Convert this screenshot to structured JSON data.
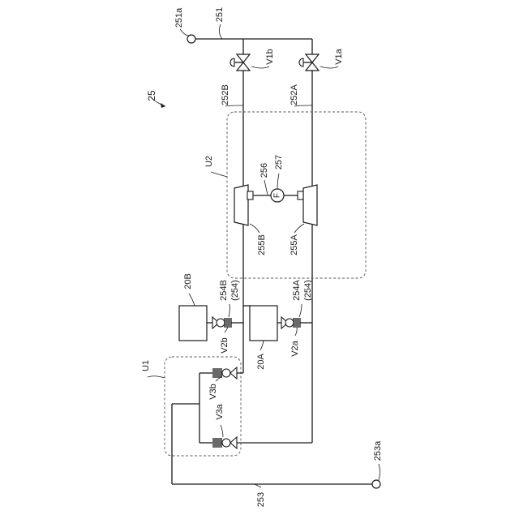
{
  "figure": {
    "number": "25"
  },
  "ports": {
    "outlet": "251a",
    "inlet": "253a"
  },
  "lines": {
    "outlet_line": "251",
    "branch_b": "252B",
    "branch_a": "252A",
    "return_line": "253"
  },
  "valves": {
    "v1a": "V1a",
    "v1b": "V1b",
    "v2a": "V2a",
    "v2b": "V2b",
    "v3a": "V3a",
    "v3b": "V3b"
  },
  "check_valves": {
    "a": "254A",
    "a_sub": "(254)",
    "b": "254B",
    "b_sub": "(254)"
  },
  "units": {
    "u1": "U1",
    "u2": "U2"
  },
  "pump_unit": {
    "pump_a": "255A",
    "pump_b": "255B",
    "shaft": "256",
    "motor_ref": "257",
    "motor_symbol": "F"
  },
  "tanks": {
    "tank_a": "20A",
    "tank_b": "20B"
  }
}
